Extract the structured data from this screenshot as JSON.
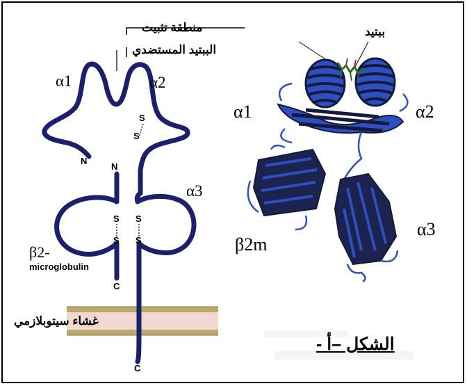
{
  "labels": {
    "anchor_region_line1": "منطقة تثبيت",
    "anchor_region_line2": "الببتيد المستضدي",
    "peptide": "ببتيد",
    "alpha1_left": "α1",
    "alpha2_left": "α2",
    "alpha3_left": "α3",
    "n_terminus_1": "N",
    "n_terminus_2": "N",
    "beta2_symbol": "β2-",
    "beta2_word": "microglobulin",
    "c_terminus_1": "C",
    "c_terminus_2": "C",
    "membrane": "غشاء سيتوبلازمي",
    "alpha1_right": "α1",
    "alpha2_right": "α2",
    "alpha3_right": "α3",
    "beta2m": "β2m",
    "figure_caption": "الشكل –أ -",
    "disulfide": "S"
  },
  "colors": {
    "chain": "#1c1f6b",
    "ribbon_dark": "#141a3c",
    "ribbon_blue": "#2d4fc0",
    "membrane_tan": "#b9a96a",
    "membrane_pink": "#f1d9d2",
    "peptide_green": "#2e6b2a",
    "peptide_red": "#a23a2a"
  }
}
